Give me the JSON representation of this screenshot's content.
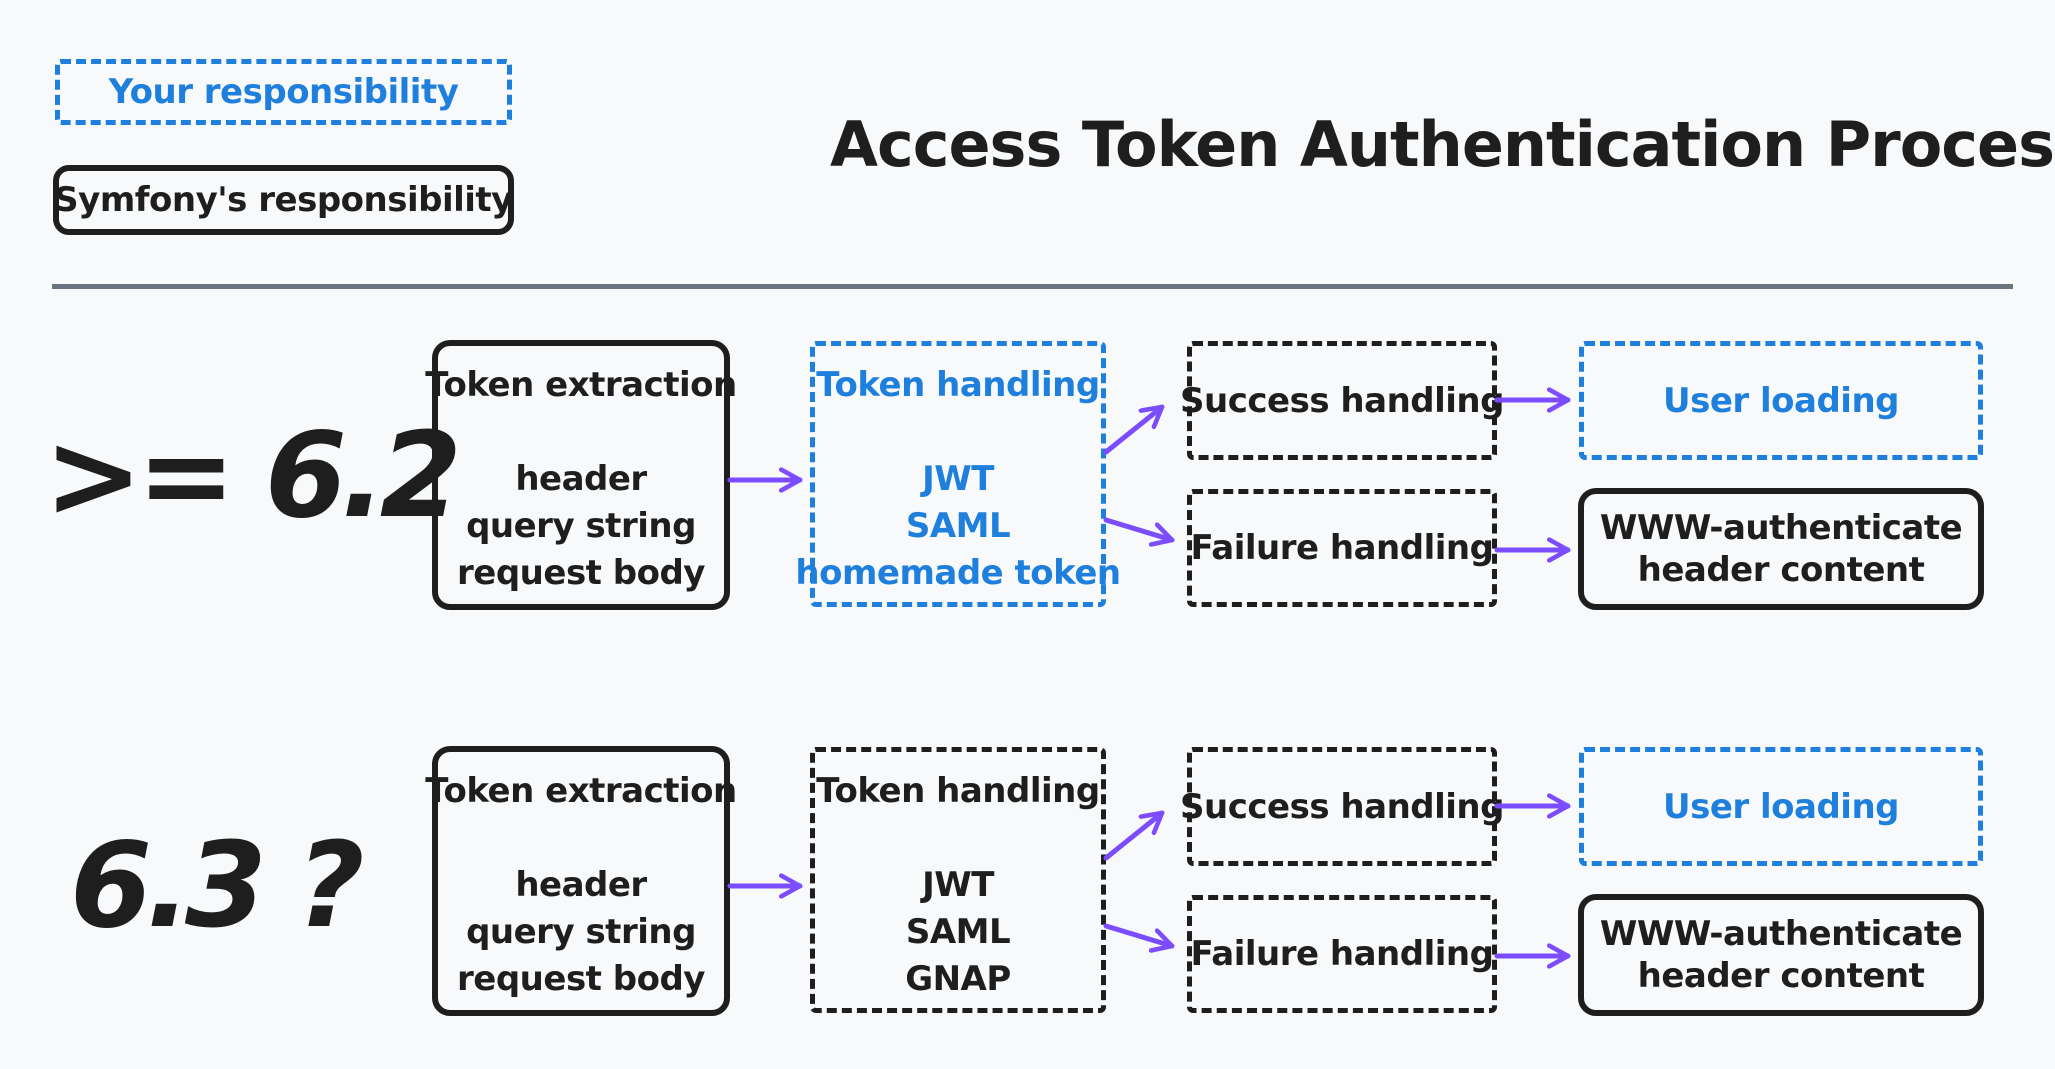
{
  "title": "Access Token Authentication Process",
  "legend": {
    "yours": "Your responsibility",
    "symfony": "Symfony's responsibility"
  },
  "colors": {
    "background": "#f8f9fa",
    "ink": "#1e1e1e",
    "your_responsibility": "#1f7fdc",
    "arrow": "#7c4dff",
    "divider": "#6b7280"
  },
  "rows": [
    {
      "version": ">= 6.2",
      "extraction": {
        "title": "Token extraction",
        "items": [
          "header",
          "query string",
          "request body"
        ]
      },
      "handling": {
        "title": "Token handling",
        "items": [
          "JWT",
          "SAML",
          "homemade token"
        ],
        "responsibility": "yours"
      },
      "success": {
        "label": "Success handling",
        "responsibility": "symfony"
      },
      "failure": {
        "label": "Failure handling",
        "responsibility": "symfony"
      },
      "user_loading": {
        "label": "User loading",
        "responsibility": "yours"
      },
      "www_auth": {
        "label_lines": [
          "WWW-authenticate",
          "header content"
        ],
        "responsibility": "symfony"
      }
    },
    {
      "version": "6.3 ?",
      "extraction": {
        "title": "Token extraction",
        "items": [
          "header",
          "query string",
          "request body"
        ]
      },
      "handling": {
        "title": "Token handling",
        "items": [
          "JWT",
          "SAML",
          "GNAP"
        ],
        "responsibility": "symfony"
      },
      "success": {
        "label": "Success handling",
        "responsibility": "symfony"
      },
      "failure": {
        "label": "Failure handling",
        "responsibility": "symfony"
      },
      "user_loading": {
        "label": "User loading",
        "responsibility": "yours"
      },
      "www_auth": {
        "label_lines": [
          "WWW-authenticate",
          "header content"
        ],
        "responsibility": "symfony"
      }
    }
  ]
}
